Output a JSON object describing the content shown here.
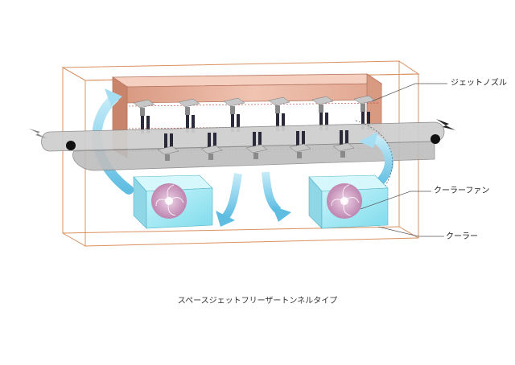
{
  "labels": {
    "jet_nozzle": "ジェットノズル",
    "cooler_fan": "クーラーファン",
    "cooler": "クーラー"
  },
  "caption": "スペースジェットフリーザートンネルタイプ",
  "colors": {
    "housing_line": "#d9905f",
    "plenum": "#e8b39c",
    "nozzle": "#9a9a9a",
    "jet": "#2a2a3a",
    "belt": "#c4c4c4",
    "airflow": "#7ecbea",
    "cooler": "#9fe6f2",
    "fan": "#c98bb3",
    "leader": "#555555"
  }
}
